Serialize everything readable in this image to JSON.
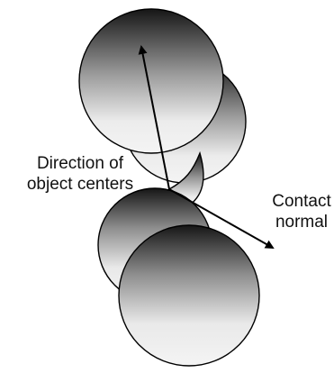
{
  "labels": {
    "direction_line1": "Direction of",
    "direction_line2": "object centers",
    "contact_line1": "Contact",
    "contact_line2": "normal"
  },
  "colors": {
    "shape_dark": "#1a1a1a",
    "shape_mid": "#bdbdbd",
    "shape_light": "#f2f2f2",
    "outline": "#000000",
    "arrow": "#000000"
  }
}
